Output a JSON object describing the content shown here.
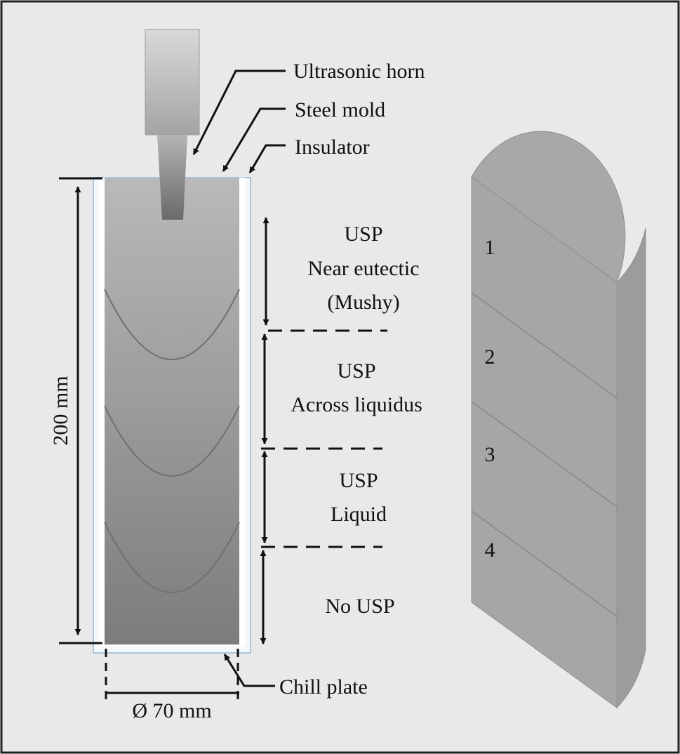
{
  "labels": {
    "horn": "Ultrasonic horn",
    "mold": "Steel mold",
    "insulator": "Insulator",
    "height": "200 mm",
    "diameter": "Ø 70 mm",
    "chill_plate": "Chill plate"
  },
  "zones": [
    {
      "lines": [
        "USP",
        "Near eutectic",
        "(Mushy)"
      ]
    },
    {
      "lines": [
        "USP",
        "Across liquidus"
      ]
    },
    {
      "lines": [
        "USP",
        "Liquid"
      ]
    },
    {
      "lines": [
        "No USP"
      ]
    }
  ],
  "sections": [
    "1",
    "2",
    "3",
    "4"
  ],
  "colors": {
    "background": "#e9e8ea",
    "border": "#222222",
    "insulator": "#a9c6dd",
    "cylinder": "#a6a6a6",
    "cylinder_top": "#a8a8a8",
    "cylinder_side": "#9c9c9c",
    "text": "#111111"
  }
}
